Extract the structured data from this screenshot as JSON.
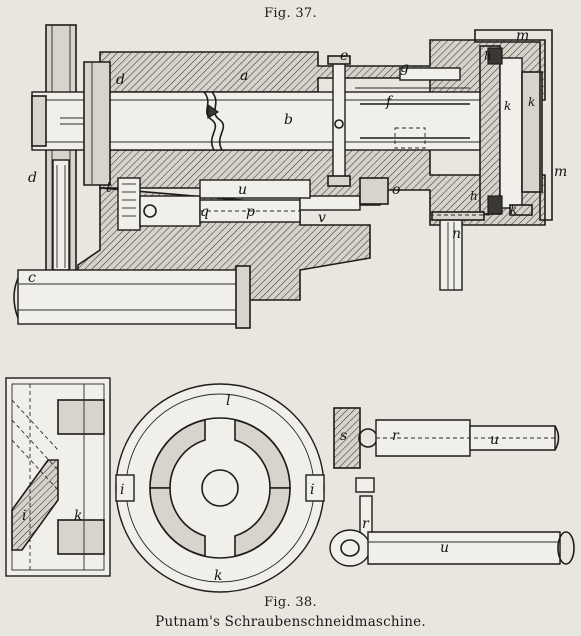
{
  "figures": {
    "fig37_title": "Fig. 37.",
    "fig38_title": "Fig. 38.",
    "caption": "Putnam's Schraubenschneidmaschine."
  },
  "fig37_labels": {
    "a": "a",
    "b": "b",
    "c": "c",
    "d_upper": "d",
    "d_left": "d",
    "e": "e",
    "f": "f",
    "g": "g",
    "h_top": "h",
    "h_bottom": "h",
    "k_mid": "k",
    "k_right": "k",
    "k_bottom": "k",
    "m_top": "m",
    "m_right": "m",
    "n": "n",
    "o": "o",
    "p": "p",
    "q": "q",
    "t": "t",
    "u": "u",
    "v": "v"
  },
  "fig38_labels": {
    "i_left": "i",
    "k_left": "k",
    "l": "l",
    "i_wheel_left": "i",
    "i_wheel_right": "i",
    "k_wheel": "k",
    "s": "s",
    "r_top": "r",
    "u_top": "u",
    "r_bottom": "r",
    "u_bottom": "u"
  },
  "colors": {
    "paper": "#e9e6df",
    "ink": "#1d1c1a"
  }
}
